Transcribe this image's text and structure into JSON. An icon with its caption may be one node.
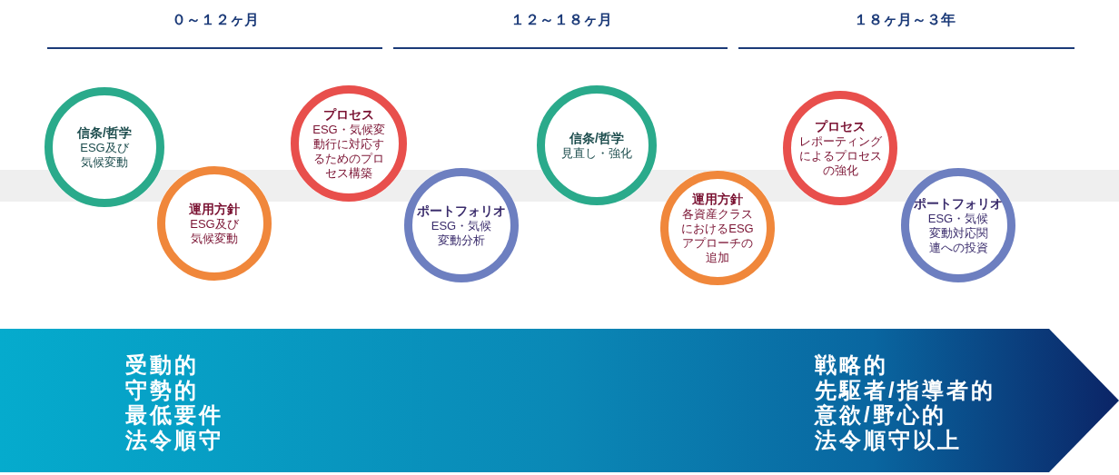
{
  "diagram": {
    "nodes": [
      {
        "text": [
          "信条/哲学",
          "ESG及び気候変動"
        ]
      },
      {
        "text": [
          "運用方針",
          "ESG及び気候変動"
        ]
      },
      {
        "text": [
          "プロセス",
          "ESG・気候変動行に対応するためのプロセス構築"
        ]
      },
      {
        "text": [
          "ポートフォリオ",
          "ESG・気候変動分析"
        ]
      },
      {
        "text": [
          "信条/哲学",
          "見直し・強化"
        ]
      },
      {
        "text": [
          "運用方針",
          "各資産クラスにおけるESGアプローチの追加"
        ]
      },
      {
        "text": [
          "プロセス",
          "レポーティングによるプロセスの強化"
        ]
      },
      {
        "text": [
          "ポートフォリオ",
          "ESG・気候変動対応関連への投資"
        ]
      },
      {
        "text": [],
        "shape": "bar"
      },
      {
        "text": [
          "受動的",
          "守勢的",
          "最低要件",
          "法令順守",
          "戦略的",
          "先駆者/指導者的",
          "意欲/野心的",
          "法令順守以上"
        ]
      }
    ],
    "labels": [
      "０～１２ヶ月",
      "１２～１８ヶ月",
      "１８ヶ月～３年"
    ]
  }
}
